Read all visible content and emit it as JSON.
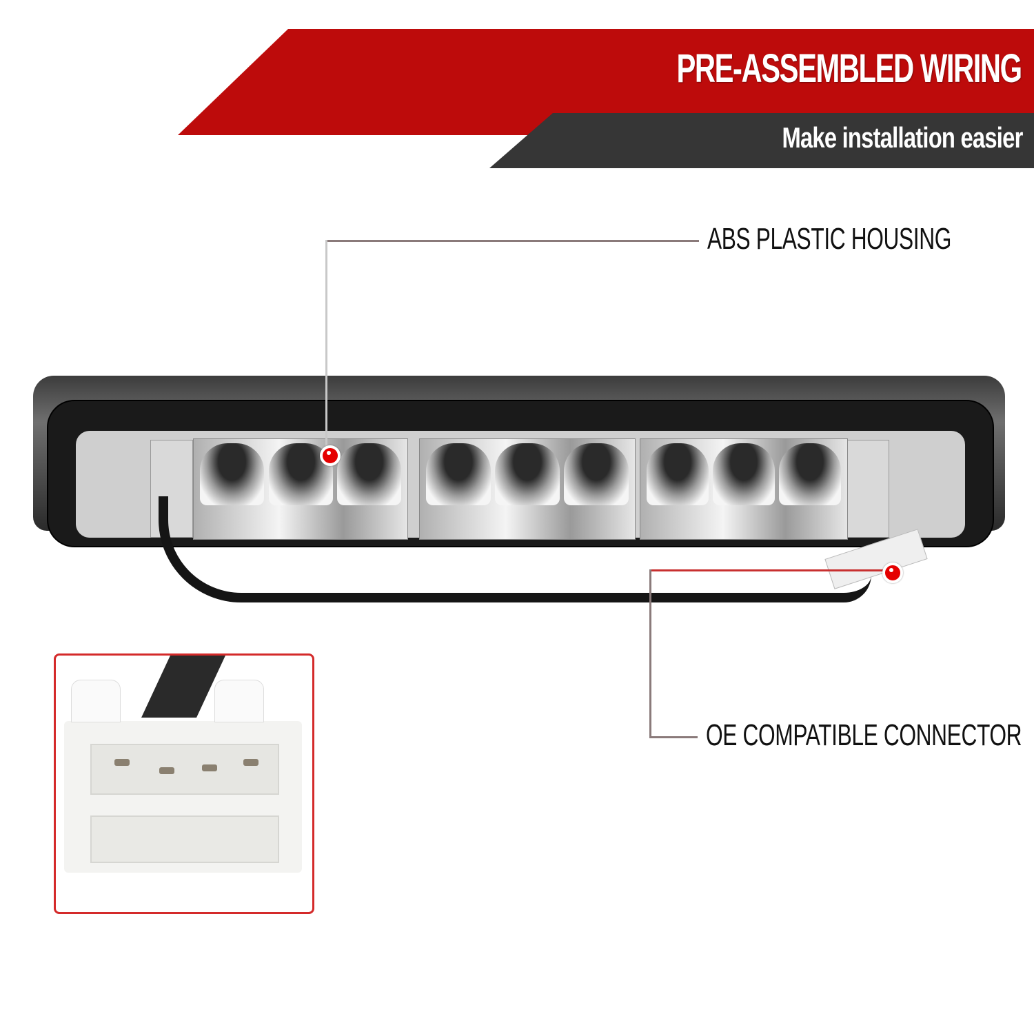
{
  "banner": {
    "title": "PRE-ASSEMBLED WIRING",
    "subtitle": "Make installation easier",
    "colors": {
      "primary": "#bd0b0b",
      "secondary": "#363636",
      "text": "#ffffff"
    }
  },
  "callouts": [
    {
      "label": "ABS PLASTIC HOUSING",
      "marker": "red-dot"
    },
    {
      "label": "OE COMPATIBLE CONNECTOR",
      "marker": "red-dot"
    }
  ],
  "product": {
    "name": "LED third brake light (rear view)",
    "inset": "close-up of white 4-pin connector"
  },
  "colors": {
    "marker": "#e50000",
    "inset_border": "#d42a2a",
    "leader_line": "#8a7a7a"
  }
}
